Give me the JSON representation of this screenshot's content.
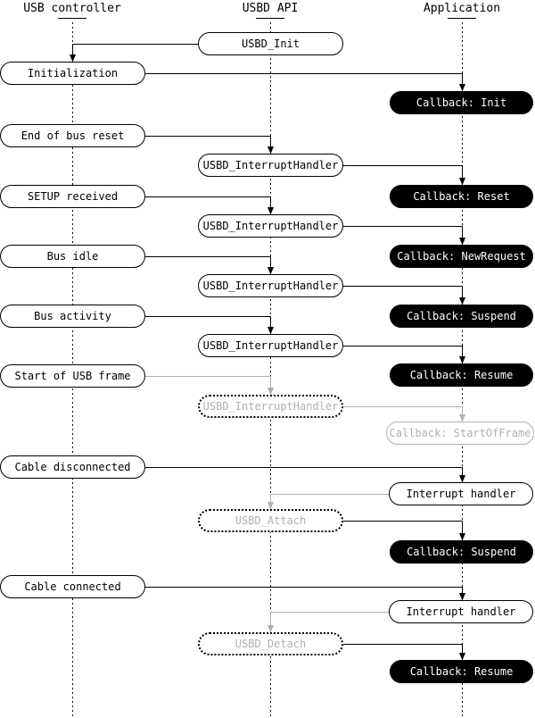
{
  "diagram": {
    "type": "sequence-diagram",
    "columns": {
      "left": {
        "label": "USB controller"
      },
      "mid": {
        "label": "USBD API"
      },
      "right": {
        "label": "Application"
      }
    },
    "colors": {
      "active_line": "#000000",
      "inactive_line": "#b0b0b0",
      "callback_fill": "#000000",
      "callback_text": "#ffffff",
      "node_fill": "#ffffff",
      "background": "#ffffff"
    },
    "nodes": {
      "usbd_init": {
        "label": "USBD_Init"
      },
      "initialization": {
        "label": "Initialization"
      },
      "cb_init": {
        "label": "Callback: Init"
      },
      "end_of_bus_reset": {
        "label": "End of bus reset"
      },
      "ih1": {
        "label": "USBD_InterruptHandler"
      },
      "cb_reset": {
        "label": "Callback: Reset"
      },
      "setup_received": {
        "label": "SETUP received"
      },
      "ih2": {
        "label": "USBD_InterruptHandler"
      },
      "cb_newrequest": {
        "label": "Callback: NewRequest"
      },
      "bus_idle": {
        "label": "Bus idle"
      },
      "ih3": {
        "label": "USBD_InterruptHandler"
      },
      "cb_suspend1": {
        "label": "Callback: Suspend"
      },
      "bus_activity": {
        "label": "Bus activity"
      },
      "ih4": {
        "label": "USBD_InterruptHandler"
      },
      "cb_resume1": {
        "label": "Callback: Resume"
      },
      "start_of_usb_frame": {
        "label": "Start of USB frame"
      },
      "ih5_inactive": {
        "label": "USBD_InterruptHandler"
      },
      "cb_startofframe": {
        "label": "Callback: StartOfFrame"
      },
      "cable_disconnected": {
        "label": "Cable disconnected"
      },
      "interrupt_handler1": {
        "label": "Interrupt handler"
      },
      "usbd_attach": {
        "label": "USBD_Attach"
      },
      "cb_suspend2": {
        "label": "Callback: Suspend"
      },
      "cable_connected": {
        "label": "Cable connected"
      },
      "interrupt_handler2": {
        "label": "Interrupt handler"
      },
      "usbd_detach": {
        "label": "USBD_Detach"
      },
      "cb_resume2": {
        "label": "Callback: Resume"
      }
    }
  }
}
